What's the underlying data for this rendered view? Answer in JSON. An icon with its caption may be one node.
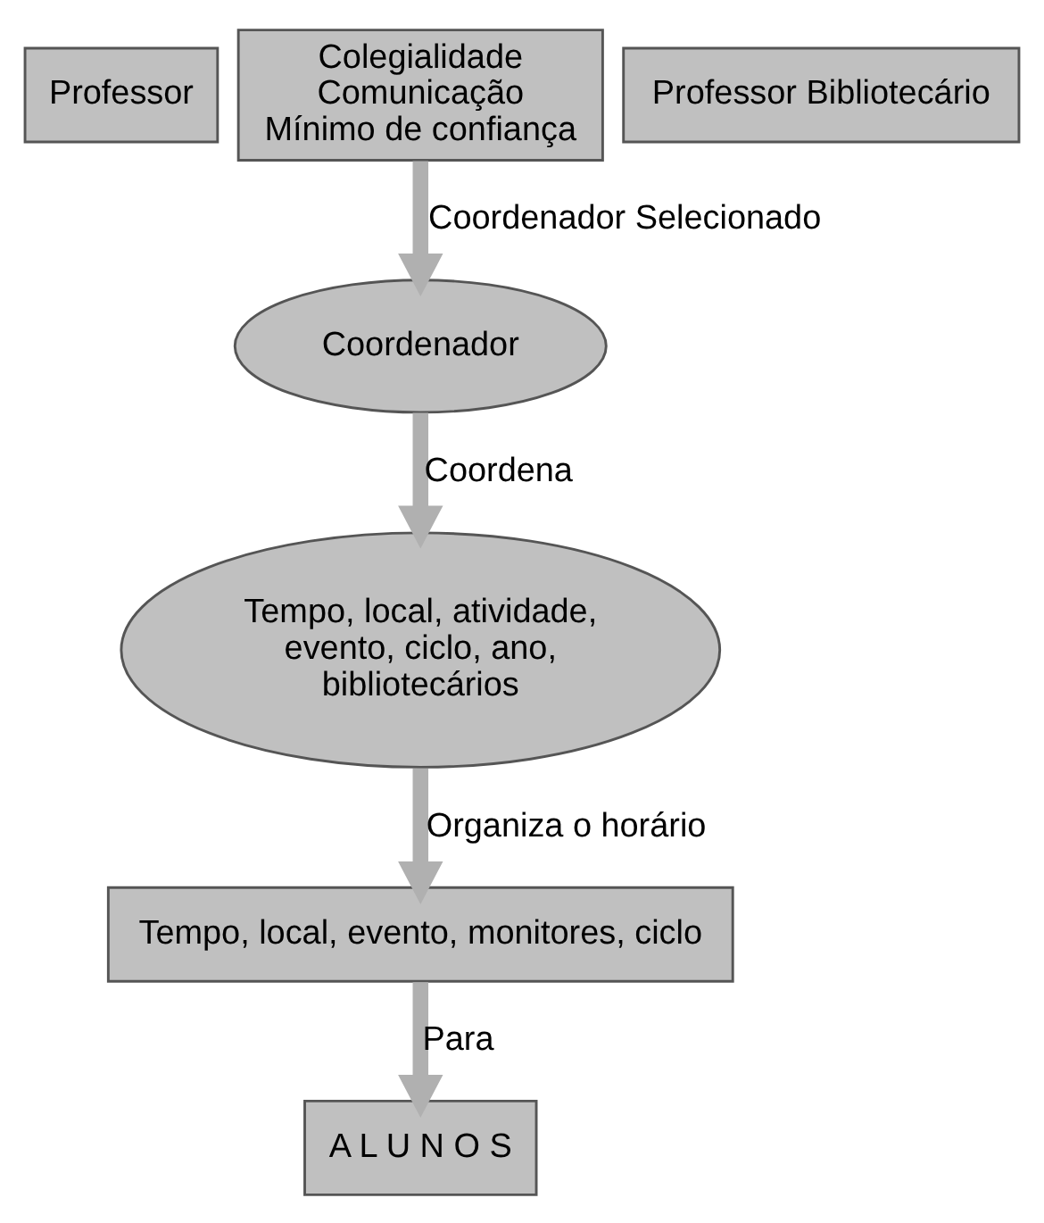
{
  "diagram": {
    "nodes": [
      {
        "text": [
          "Professor"
        ]
      },
      {
        "text": [
          "Colegialidade",
          "Comunicação",
          "Mínimo de confiança"
        ]
      },
      {
        "text": [
          "Professor Bibliotecário"
        ]
      },
      {
        "text": [
          "Coordenador"
        ]
      },
      {
        "text": [
          "Tempo, local, atividade, evento, ciclo, ano, bibliotecários"
        ]
      },
      {
        "text": [
          "Tempo, local, evento, monitores, ciclo"
        ]
      },
      {
        "text": [
          "A L U N O S"
        ]
      }
    ],
    "edges": [
      {
        "from": 1,
        "to": 3,
        "arrow": "to",
        "label": "Coordenador Selecionado"
      },
      {
        "from": 3,
        "to": 4,
        "arrow": "to",
        "label": "Coordena"
      },
      {
        "from": 4,
        "to": 5,
        "arrow": "to",
        "label": "Organiza o horário"
      },
      {
        "from": 5,
        "to": 6,
        "arrow": "to",
        "label": "Para"
      }
    ]
  }
}
